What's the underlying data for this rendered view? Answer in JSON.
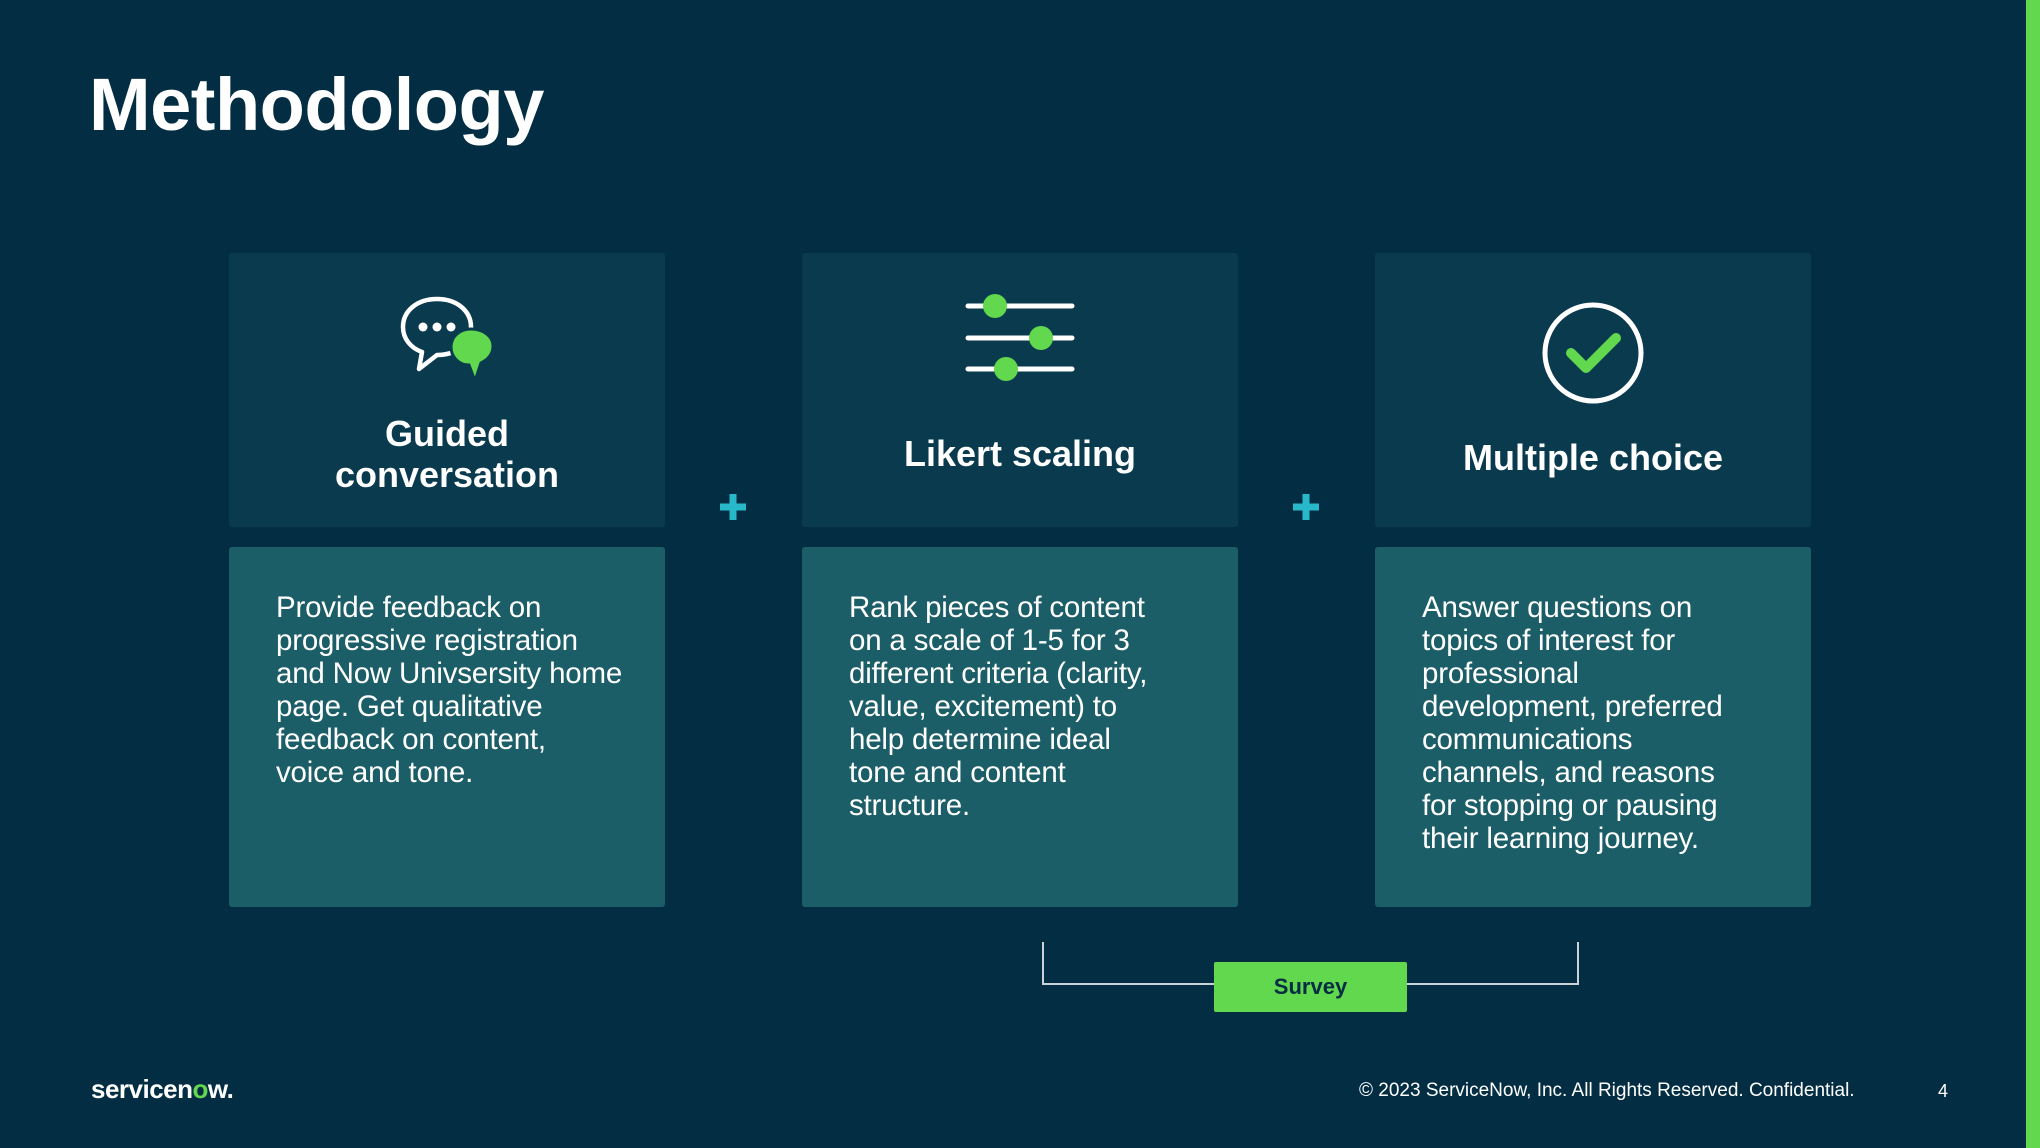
{
  "title": "Methodology",
  "columns": [
    {
      "icon": "chat-bubbles-icon",
      "heading_line1": "Guided",
      "heading_line2": "conversation",
      "lines": [
        "Provide feedback on",
        "progressive registration",
        "and Now Univsersity home",
        "page. Get qualitative",
        "feedback on content,",
        "voice and tone."
      ]
    },
    {
      "icon": "sliders-icon",
      "heading": "Likert scaling",
      "lines": [
        "Rank pieces of content",
        "on a scale of 1-5 for 3",
        "different criteria (clarity,",
        "value, excitement) to",
        "help determine ideal",
        "tone and content",
        "structure."
      ]
    },
    {
      "icon": "check-circle-icon",
      "heading": "Multiple choice",
      "lines": [
        "Answer questions on",
        "topics of interest for",
        "professional",
        "development, preferred",
        "communications",
        "channels, and reasons",
        "for stopping or pausing",
        "their learning journey."
      ]
    }
  ],
  "survey_label": "Survey",
  "footer": {
    "logo_part1": "servicen",
    "logo_o": "o",
    "logo_part2": "w.",
    "copyright": "© 2023 ServiceNow, Inc. All Rights Reserved. Confidential.",
    "page_number": "4"
  },
  "colors": {
    "background": "#032d42",
    "card_top": "#0a3a4e",
    "card_bottom": "#1c5e67",
    "accent_green": "#62d84e",
    "plus_teal": "#27b9c9"
  }
}
